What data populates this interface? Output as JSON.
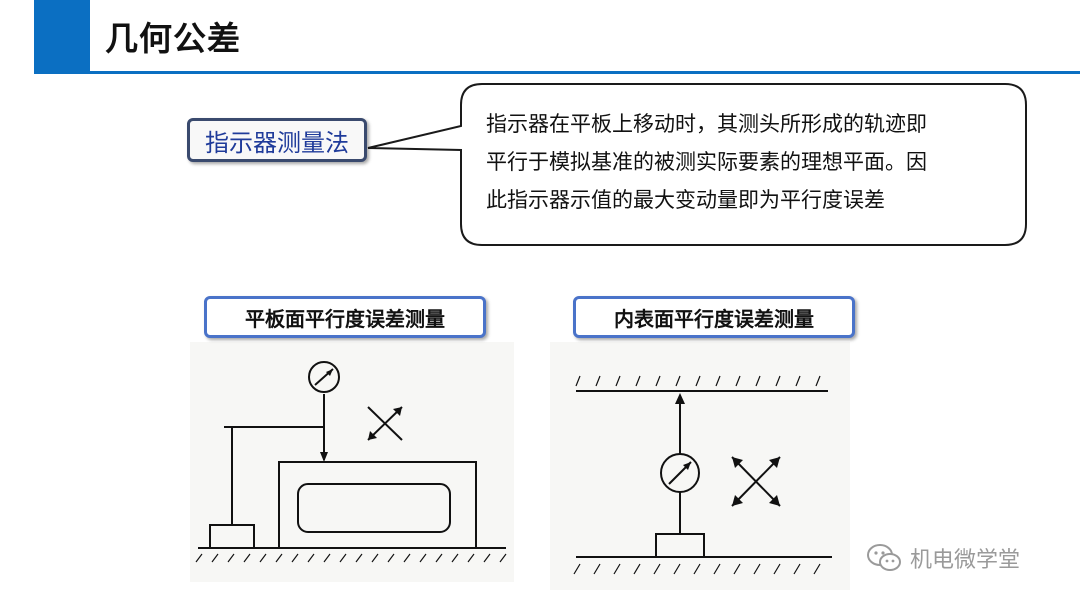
{
  "header": {
    "title": "几何公差",
    "accent_color": "#0b6fc2"
  },
  "method_label": "指示器测量法",
  "callout": {
    "lines": [
      "指示器在平板上移动时，其测头所形成的轨迹即",
      "平行于模拟基准的被测实际要素的理想平面。因",
      "此指示器示值的最大变动量即为平行度误差"
    ]
  },
  "figures": [
    {
      "title": "平板面平行度误差测量"
    },
    {
      "title": "内表面平行度误差测量"
    }
  ],
  "watermark": {
    "text": "机电微学堂",
    "icon": "wechat-icon"
  }
}
